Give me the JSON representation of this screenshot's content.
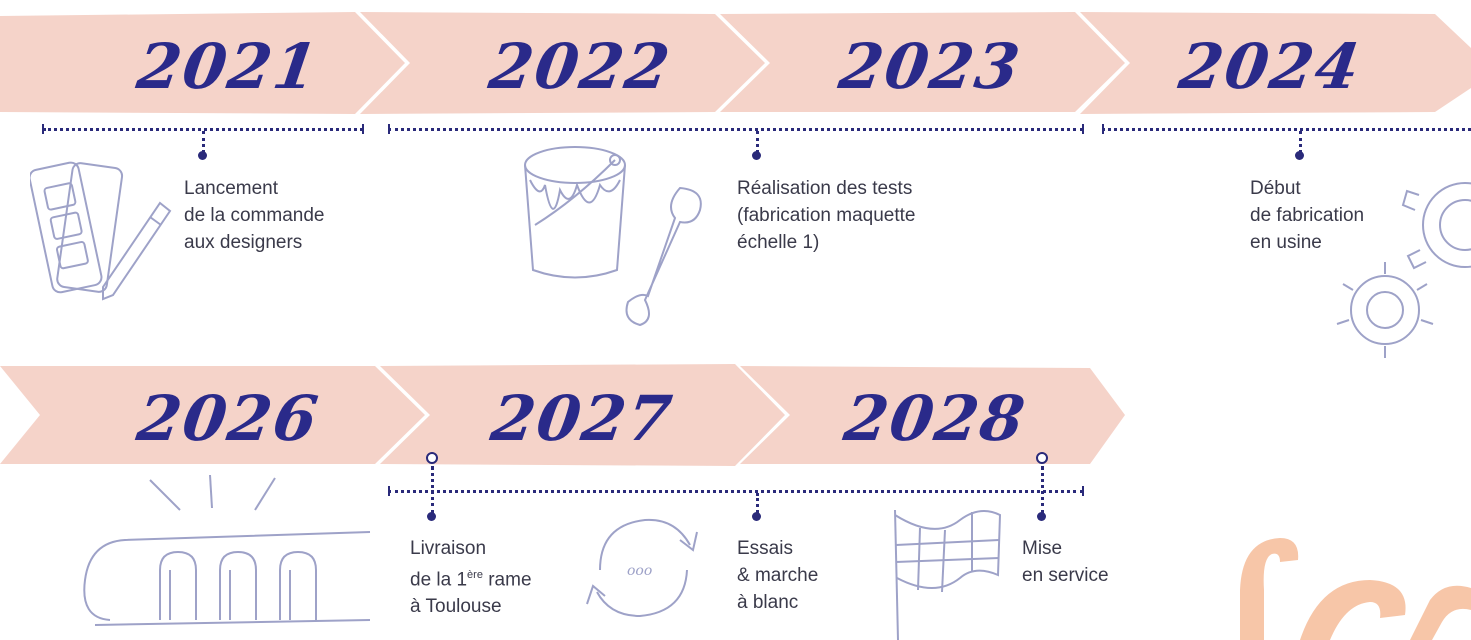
{
  "row1": {
    "years": [
      "2021",
      "2022",
      "2023",
      "2024"
    ]
  },
  "row2": {
    "years": [
      "2026",
      "2027",
      "2028"
    ]
  },
  "events": {
    "e2021": [
      "Lancement",
      "de la commande",
      "aux designers"
    ],
    "e2023": [
      "Réalisation des tests",
      "(fabrication maquette",
      "échelle 1)"
    ],
    "e2024": [
      "Début",
      "de fabrication",
      "en usine"
    ],
    "e2027a": [
      "Livraison",
      "de la 1",
      "ère",
      " rame",
      "à Toulouse"
    ],
    "e2027b": [
      "Essais",
      "& marche",
      "à blanc"
    ],
    "e2028": [
      "Mise",
      "en service"
    ]
  },
  "colors": {
    "ribbon": "#f5d3c9",
    "ink": "#2a2a7a",
    "sketch": "#9ea2c8",
    "logo": "#f7c6a8"
  },
  "icons": [
    "color-swatch-icon",
    "pencil-icon",
    "paint-bucket-icon",
    "wrench-icon",
    "gears-icon",
    "tram-icon",
    "cycle-arrows-icon",
    "checkered-flag-icon",
    "logo-letter-icon"
  ]
}
